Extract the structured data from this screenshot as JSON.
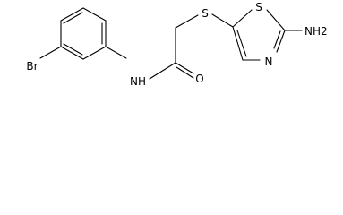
{
  "molecule": {
    "atoms": {
      "bromine": "Br",
      "amide_nitrogen": "NH",
      "carbonyl_oxygen": "O",
      "thioether_sulfur": "S",
      "ring_sulfur": "S",
      "ring_nitrogen": "N",
      "amino_group": "NH2"
    }
  },
  "colors": {
    "bond": "#000000",
    "text": "#000000",
    "background": "#ffffff"
  }
}
